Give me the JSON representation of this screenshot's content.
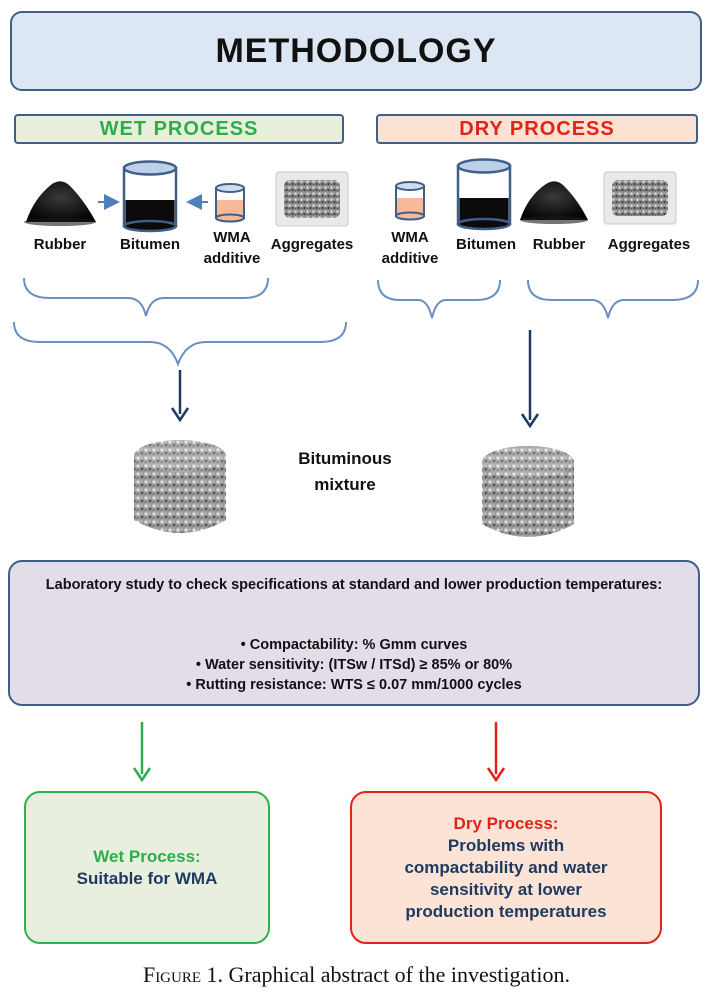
{
  "title": "METHODOLOGY",
  "wet_process": {
    "header": "WET  PROCESS",
    "items": [
      "Rubber",
      "Bitumen",
      "WMA",
      "additive",
      "Aggregates"
    ]
  },
  "dry_process": {
    "header": "DRY  PROCESS",
    "items": [
      "WMA",
      "additive",
      "Bitumen",
      "Rubber",
      "Aggregates"
    ]
  },
  "mixture_label": [
    "Bituminous",
    "mixture"
  ],
  "lab_study": {
    "heading": "Laboratory study to check specifications at standard and lower production temperatures:",
    "bullets": [
      "• Compactability:  % Gmm  curves",
      "• Water sensitivity: (ITSw / ITSd) ≥ 85% or 80%",
      "• Rutting resistance:  WTS ≤ 0.07 mm/1000 cycles"
    ]
  },
  "wet_result": {
    "title": "Wet Process:",
    "body": "Suitable for WMA"
  },
  "dry_result": {
    "title": "Dry Process:",
    "body": [
      "Problems with",
      "compactability and water",
      "sensitivity at lower",
      "production temperatures"
    ]
  },
  "caption": {
    "figure": "Figure 1.",
    "text": " Graphical abstract of the investigation."
  },
  "colors": {
    "wet": "#2eae4a",
    "dry": "#e2231a",
    "border_blue": "#3f5f86",
    "arrow_navy": "#1f3a60"
  }
}
